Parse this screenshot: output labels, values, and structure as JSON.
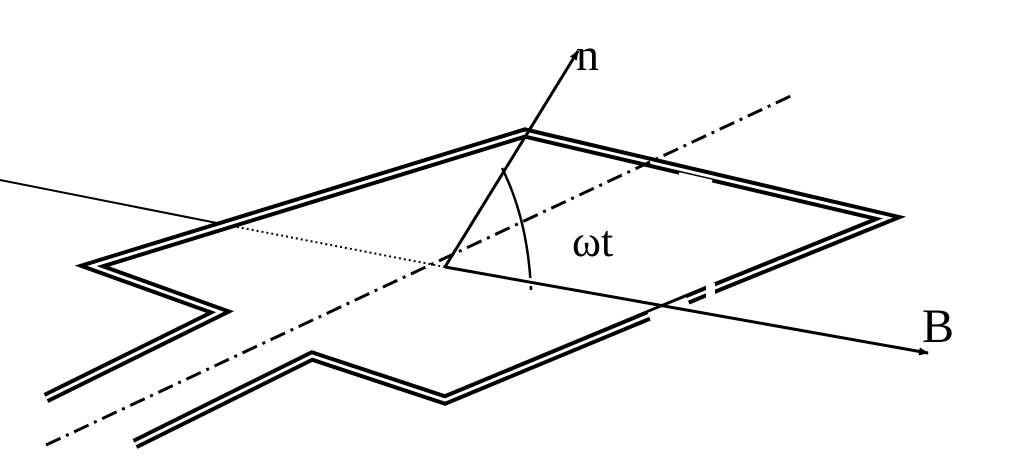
{
  "diagram": {
    "labels": {
      "normal": "n",
      "field": "B",
      "angle": "ωt"
    },
    "colors": {
      "stroke": "#000000",
      "background": "#ffffff"
    }
  }
}
